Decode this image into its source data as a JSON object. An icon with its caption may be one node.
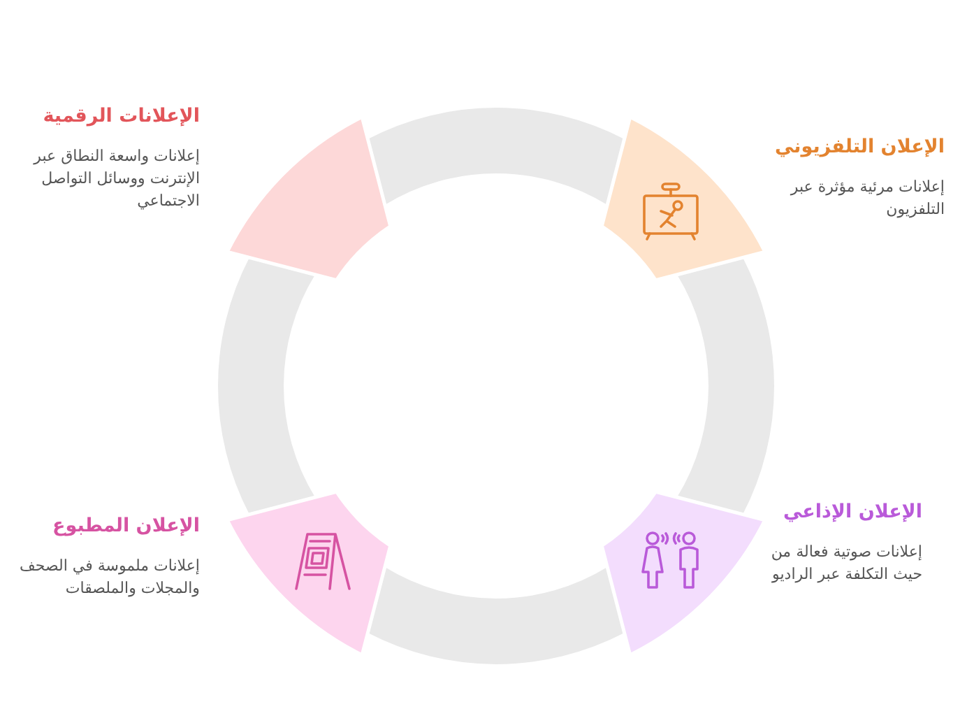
{
  "diagram": {
    "nodes": [
      {
        "text": [
          "الإعلان التلفزيوني",
          "إعلانات مرئية مؤثرة عبر التلفزيون"
        ]
      },
      {
        "text": [
          "الإعلانات الرقمية",
          "إعلانات واسعة النطاق عبر الإنترنت ووسائل التواصل الاجتماعي"
        ]
      },
      {
        "text": [
          "الإعلان الإذاعي",
          "إعلانات صوتية فعالة من حيث التكلفة عبر الراديو"
        ]
      },
      {
        "text": [
          "الإعلان المطبوع",
          "إعلانات ملموسة في الصحف والمجلات والملصقات"
        ]
      }
    ],
    "edges": [
      {
        "from": 1,
        "to": 0,
        "arrow": "none"
      },
      {
        "from": 0,
        "to": 2,
        "arrow": "none"
      },
      {
        "from": 2,
        "to": 3,
        "arrow": "none"
      },
      {
        "from": 3,
        "to": 1,
        "arrow": "none"
      }
    ]
  }
}
